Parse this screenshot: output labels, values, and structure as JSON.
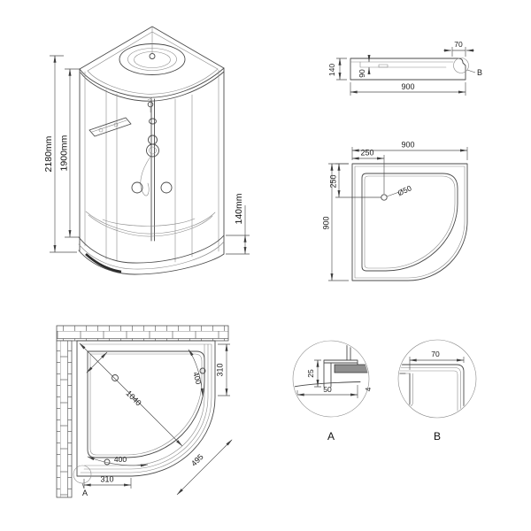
{
  "colors": {
    "line": "#4a4a4a",
    "dim_line": "#4f4f4f",
    "glass_fill": "#8f8f8f",
    "background": "#ffffff"
  },
  "front_view": {
    "total_height": "2180mm",
    "inner_height": "1900mm",
    "tray_height": "140mm"
  },
  "side_view": {
    "height": "140",
    "recess_depth": "90",
    "width": "900",
    "edge_width": "70",
    "detail_ref": "B"
  },
  "tray_plan": {
    "width": "900",
    "depth": "900",
    "drain_offset_x": "250",
    "drain_offset_y": "250",
    "drain_diameter": "Ø50"
  },
  "install_plan": {
    "diagonal": "1040",
    "right_entry": "310",
    "right_door_arc": "400",
    "front_door_arc": "400",
    "front_entry": "310",
    "front_diagonal": "495",
    "detail_ref": "A"
  },
  "detail_a": {
    "label": "A",
    "profile_height": "25",
    "profile_width": "50",
    "glass_thickness": "4"
  },
  "detail_b": {
    "label": "B",
    "edge_width": "70"
  }
}
